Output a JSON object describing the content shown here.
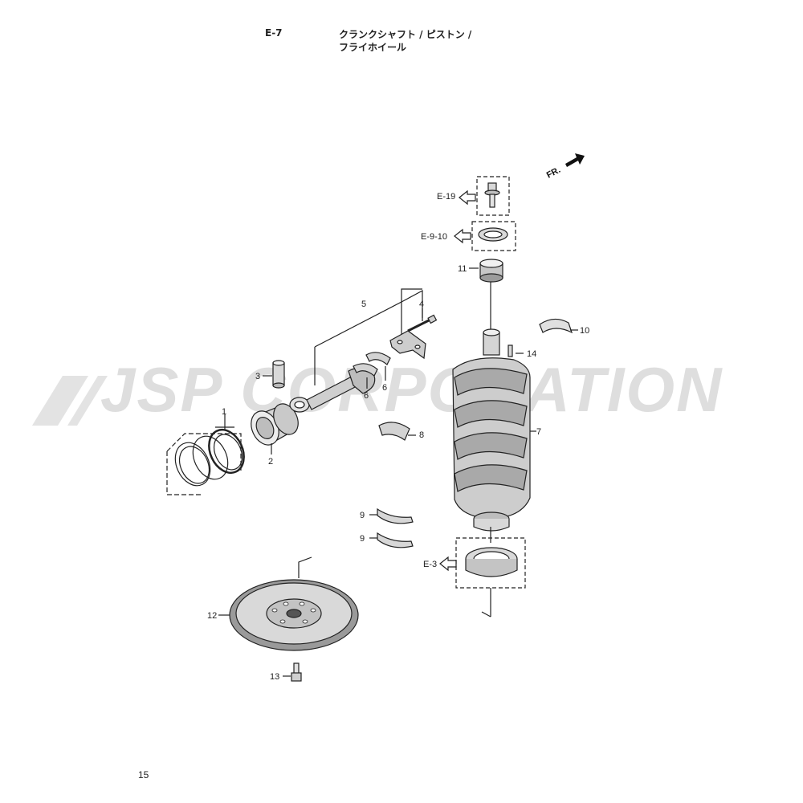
{
  "header": {
    "code": "E-7",
    "title_line1": "クランクシャフト / ピストン /",
    "title_line2": "フライホイール"
  },
  "watermark": "JSP CORPORATION",
  "direction_label": "FR.",
  "callouts": {
    "p1": "1",
    "p2": "2",
    "p3": "3",
    "p4": "4",
    "p5": "5",
    "p6a": "6",
    "p6b": "6",
    "p7": "7",
    "p8": "8",
    "p9a": "9",
    "p9b": "9",
    "p10": "10",
    "p11": "11",
    "p12": "12",
    "p13": "13",
    "p14": "14"
  },
  "references": {
    "e19": "E-19",
    "e910": "E-9-10",
    "e3": "E-3"
  },
  "page_number": "15",
  "colors": {
    "line": "#222222",
    "watermark": "#dedede",
    "part_fill": "#cfcfcf",
    "part_dark": "#8a8a8a"
  }
}
